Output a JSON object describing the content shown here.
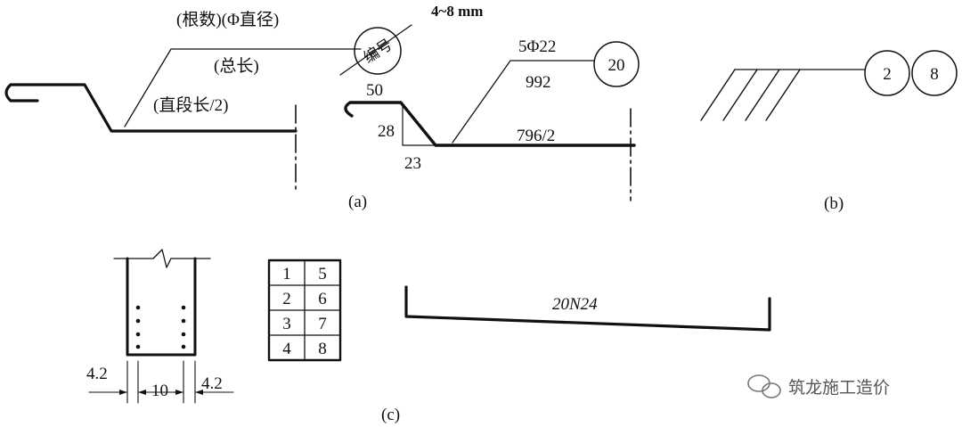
{
  "panel_a": {
    "caption": "(a)",
    "left": {
      "count_dia": "(根数)(Φ直径)",
      "total_length": "(总长)",
      "half_straight": "(直段长/2)",
      "circle_text": "编号",
      "gap_note": "4~8 mm"
    },
    "right": {
      "hook_width": "50",
      "bend_height": "28",
      "bend_run": "23",
      "spec": "5Φ22",
      "length": "992",
      "straight_half": "796/2",
      "mark_number": "20"
    }
  },
  "panel_b": {
    "caption": "(b)",
    "circle_1": "2",
    "circle_2": "8"
  },
  "panel_c": {
    "caption": "(c)",
    "dim_left": "4.2",
    "dim_mid": "10",
    "dim_right": "4.2",
    "table": [
      [
        "1",
        "5"
      ],
      [
        "2",
        "6"
      ],
      [
        "3",
        "7"
      ],
      [
        "4",
        "8"
      ]
    ],
    "bar_label": "20N24"
  },
  "watermark": "筑龙施工造价"
}
